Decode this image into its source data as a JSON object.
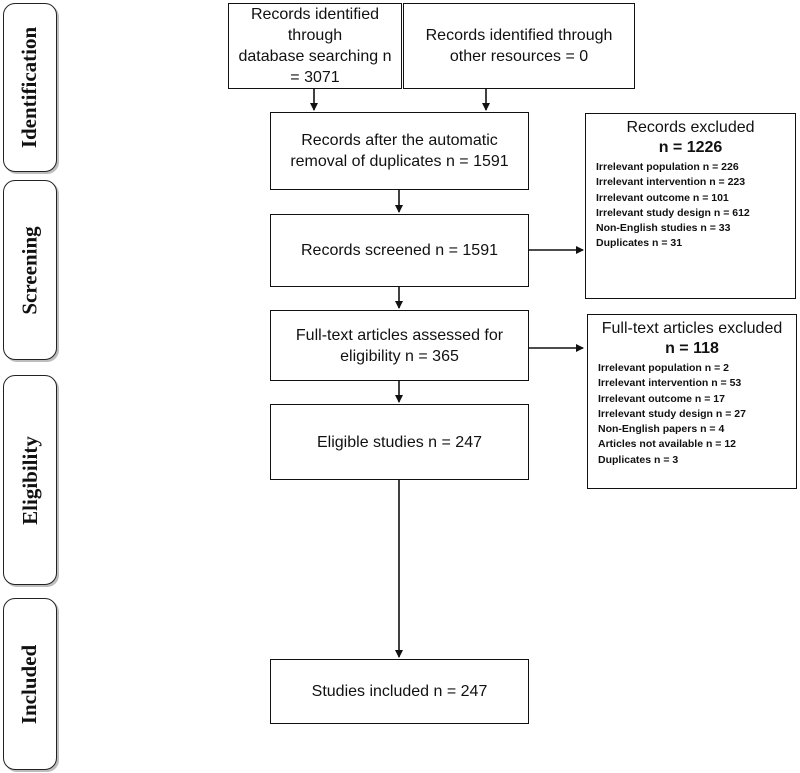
{
  "stages": [
    "Identification",
    "Screening",
    "Eligibility",
    "Included"
  ],
  "boxes": {
    "db_search": [
      "Records identified through",
      "database searching n = 3071"
    ],
    "other": [
      "Records identified through",
      "other resources = 0"
    ],
    "after_dup": [
      "Records after the automatic",
      "removal of duplicates n = 1591"
    ],
    "screened": [
      "Records screened n = 1591"
    ],
    "fulltext": [
      "Full-text articles assessed for",
      "eligibility n = 365"
    ],
    "eligible": [
      "Eligible studies n = 247"
    ],
    "included": [
      "Studies included n = 247"
    ]
  },
  "excluded_records": {
    "title": "Records excluded",
    "count": "n = 1226",
    "reasons": [
      "Irrelevant population n = 226",
      "Irrelevant intervention n = 223",
      "Irrelevant outcome n  = 101",
      "Irrelevant study design n = 612",
      "Non-English studies n = 33",
      "Duplicates n = 31"
    ]
  },
  "excluded_fulltext": {
    "title": "Full-text articles excluded",
    "count": "n = 118",
    "reasons": [
      "Irrelevant population n = 2",
      "Irrelevant intervention n = 53",
      "Irrelevant outcome n = 17",
      "Irrelevant study design n = 27",
      "Non-English papers n = 4",
      "Articles not available n = 12",
      "Duplicates n = 3"
    ]
  }
}
